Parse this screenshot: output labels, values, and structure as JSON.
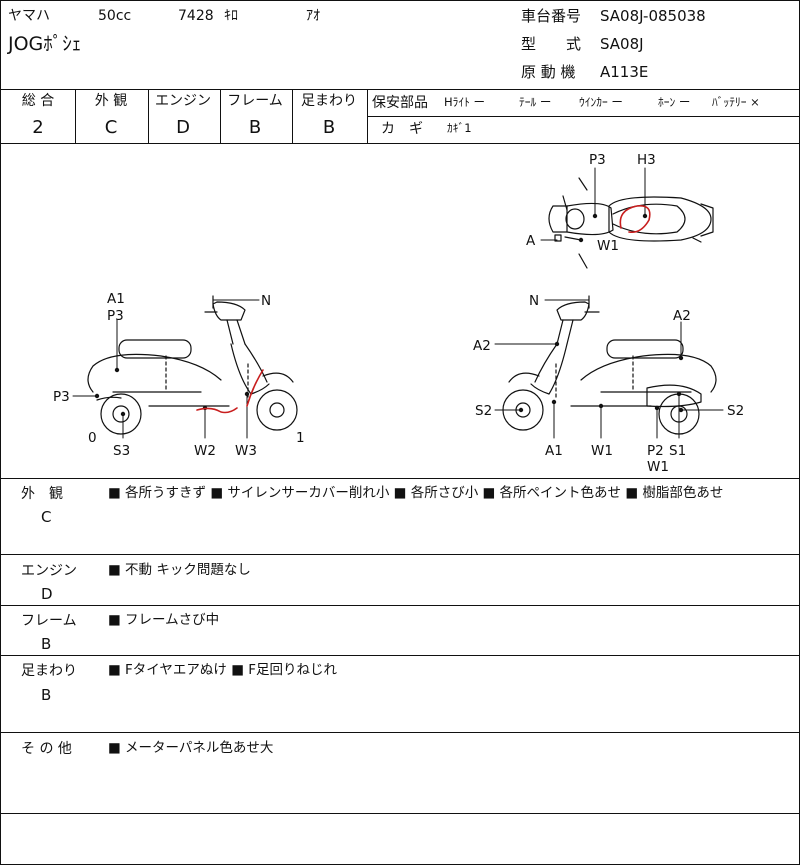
{
  "header": {
    "maker": "ヤマハ",
    "displacement": "50cc",
    "mileage": "7428",
    "mileage_unit": "ｷﾛ",
    "color": "ｱｵ",
    "model": "JOGﾎﾟｼｪ",
    "frame_no_label": "車台番号",
    "frame_no": "SA08J-085038",
    "model_code_label": "型　　式",
    "model_code": "SA08J",
    "engine_label": "原 動 機",
    "engine": "A113E"
  },
  "grades": {
    "headers": [
      "総 合",
      "外 観",
      "エンジン",
      "フレーム",
      "足まわり"
    ],
    "values": [
      "2",
      "C",
      "D",
      "B",
      "B"
    ]
  },
  "safety": {
    "label": "保安部品",
    "items": [
      "Hﾗｲﾄ ー",
      "ﾃｰﾙ ー",
      "ｳｲﾝｶｰ ー",
      "ﾎｰﾝ ー",
      "ﾊﾞｯﾃﾘｰ ×"
    ],
    "key_label": "カ　ギ",
    "key_value": "ｶｷﾞ1"
  },
  "diagram_labels": {
    "top": [
      "P3",
      "H3",
      "A",
      "W1"
    ],
    "left": [
      "A1",
      "P3",
      "N",
      "P3",
      "0",
      "S3",
      "W2",
      "W3",
      "1"
    ],
    "right": [
      "N",
      "A2",
      "A2",
      "S2",
      "S2",
      "A1",
      "W1",
      "P2",
      "S1",
      "W1"
    ]
  },
  "notes": [
    {
      "category": "外　観",
      "grade": "C",
      "text": "■ 各所うすきず ■ サイレンサーカバー削れ小 ■ 各所さび小 ■ 各所ペイント色あせ ■ 樹脂部色あせ"
    },
    {
      "category": "エンジン",
      "grade": "D",
      "text": "■ 不動 キック問題なし"
    },
    {
      "category": "フレーム",
      "grade": "B",
      "text": "■ フレームさび中"
    },
    {
      "category": "足まわり",
      "grade": "B",
      "text": "■ Fタイヤエアぬけ ■ F足回りねじれ"
    },
    {
      "category": "そ の 他",
      "grade": "",
      "text": "■ メーターパネル色あせ大"
    }
  ],
  "colors": {
    "damage_mark": "#c81e1e",
    "line": "#111111"
  }
}
